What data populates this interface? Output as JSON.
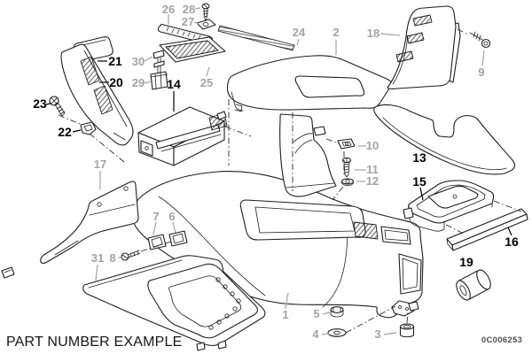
{
  "title": "PART NUMBER EXAMPLE",
  "drawing_code": "0C006253",
  "colors": {
    "background": "#ffffff",
    "line_ink": "#1d1d1d",
    "callout_primary": "#000000",
    "callout_secondary": "#a3a3a3",
    "title_color": "#151515",
    "code_color": "#4f4f4f"
  },
  "callouts": {
    "c1": {
      "num": "1",
      "style": "secondary"
    },
    "c2": {
      "num": "2",
      "style": "secondary"
    },
    "c3": {
      "num": "3",
      "style": "secondary"
    },
    "c4": {
      "num": "4",
      "style": "secondary"
    },
    "c5": {
      "num": "5",
      "style": "secondary"
    },
    "c6": {
      "num": "6",
      "style": "secondary"
    },
    "c7": {
      "num": "7",
      "style": "secondary"
    },
    "c8": {
      "num": "8",
      "style": "secondary"
    },
    "c9": {
      "num": "9",
      "style": "secondary"
    },
    "c10": {
      "num": "10",
      "style": "secondary"
    },
    "c11": {
      "num": "11",
      "style": "secondary"
    },
    "c12": {
      "num": "12",
      "style": "secondary"
    },
    "c13": {
      "num": "13",
      "style": "primary"
    },
    "c14": {
      "num": "14",
      "style": "primary"
    },
    "c15": {
      "num": "15",
      "style": "primary"
    },
    "c16": {
      "num": "16",
      "style": "primary"
    },
    "c17": {
      "num": "17",
      "style": "secondary"
    },
    "c18": {
      "num": "18",
      "style": "secondary"
    },
    "c19": {
      "num": "19",
      "style": "primary"
    },
    "c20": {
      "num": "20",
      "style": "primary"
    },
    "c21": {
      "num": "21",
      "style": "primary"
    },
    "c22": {
      "num": "22",
      "style": "primary"
    },
    "c23": {
      "num": "23",
      "style": "primary"
    },
    "c24": {
      "num": "24",
      "style": "secondary"
    },
    "c25": {
      "num": "25",
      "style": "secondary"
    },
    "c26": {
      "num": "26",
      "style": "secondary"
    },
    "c27": {
      "num": "27",
      "style": "secondary"
    },
    "c28": {
      "num": "28",
      "style": "secondary"
    },
    "c29": {
      "num": "29",
      "style": "secondary"
    },
    "c30": {
      "num": "30",
      "style": "secondary"
    },
    "c31": {
      "num": "31",
      "style": "secondary"
    }
  }
}
